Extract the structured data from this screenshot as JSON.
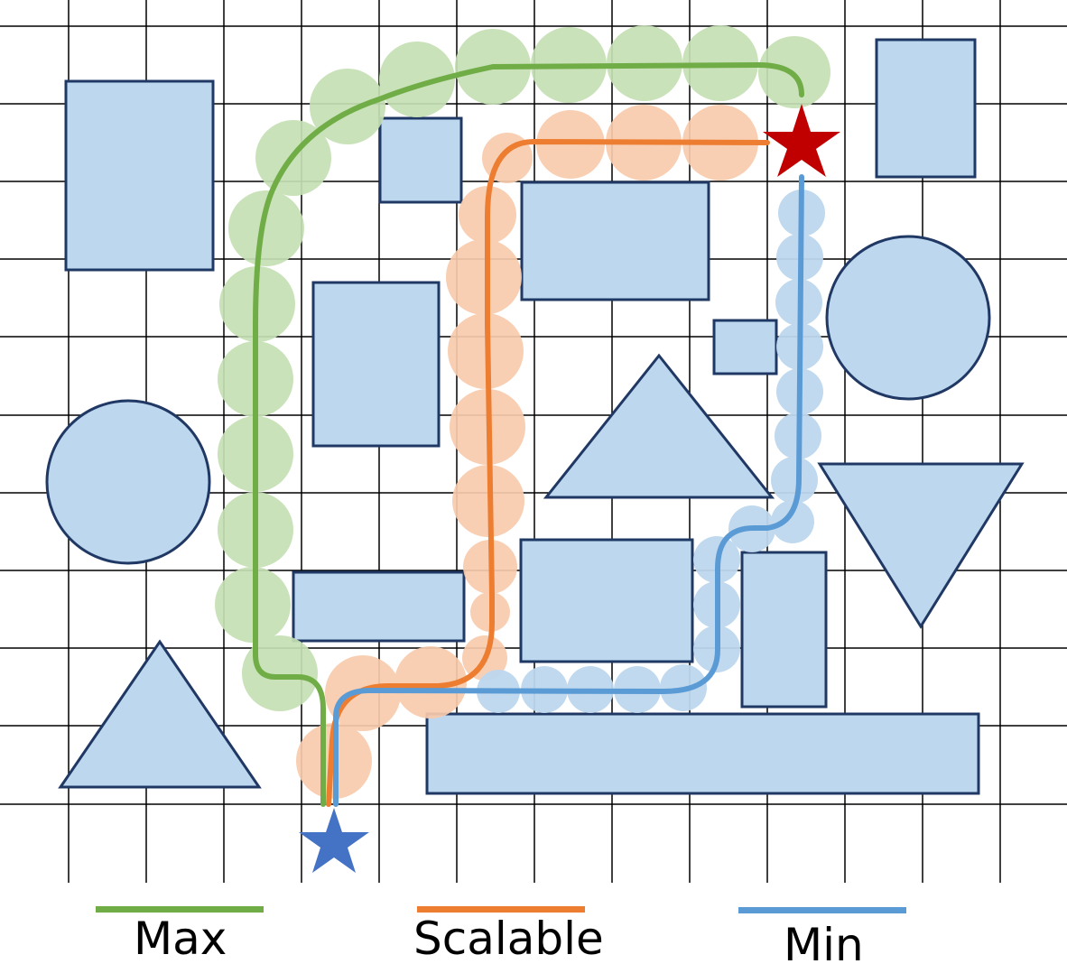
{
  "legend": {
    "max_label": "Max",
    "scalable_label": "Scalable",
    "min_label": "Min"
  },
  "colors": {
    "max": "#70ad47",
    "max_circle": "#c5e0b4",
    "scalable": "#ed7d31",
    "scalable_circle": "#f8cbad",
    "min": "#5b9bd5",
    "min_circle": "#bdd7ee",
    "obstacle_fill": "#bdd7ee",
    "obstacle_stroke": "#203864",
    "goal_star": "#c00000",
    "start_star": "#4472c4",
    "grid": "#000000"
  },
  "markers": {
    "start": "blue-star",
    "goal": "red-star"
  }
}
